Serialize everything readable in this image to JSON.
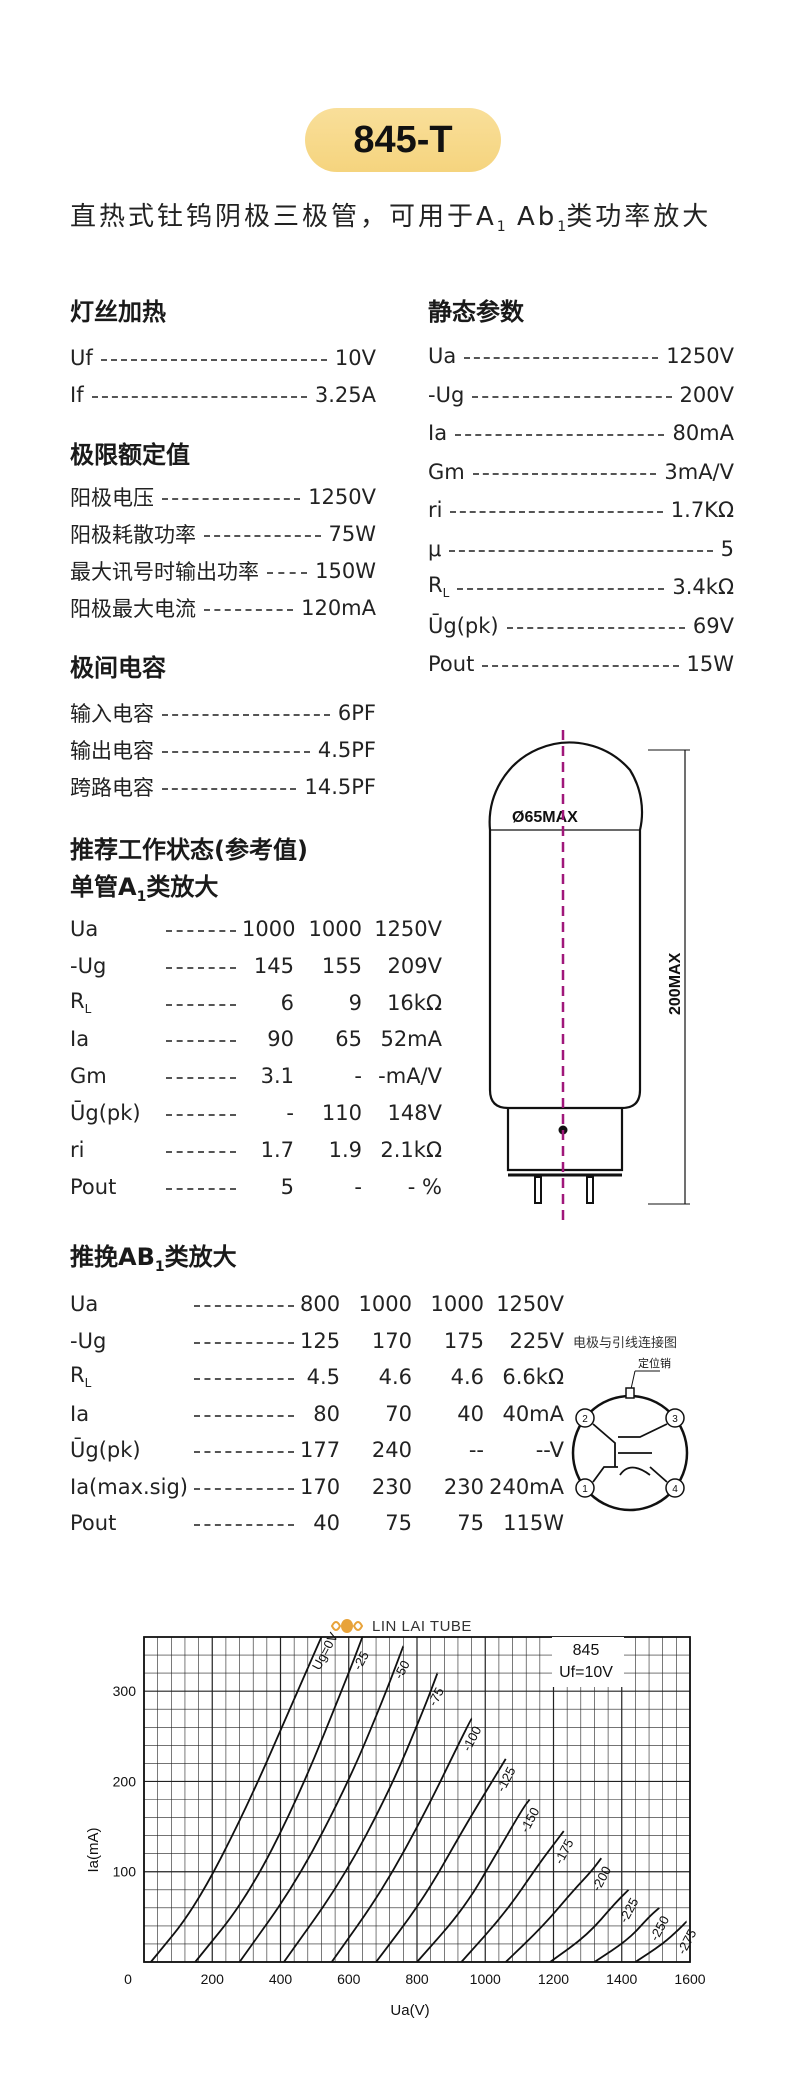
{
  "title": "845-T",
  "subtitle": {
    "text": "直热式钍钨阴极三极管，可用于A",
    "a_sub": "1",
    "mid": " Ab",
    "ab_sub": "1",
    "tail": "类功率放大"
  },
  "filament": {
    "title": "灯丝加热",
    "rows": [
      {
        "label": "Uf",
        "value": "10V"
      },
      {
        "label": "If",
        "value": "3.25A"
      }
    ]
  },
  "limits": {
    "title": "极限额定值",
    "rows": [
      {
        "label": "阳极电压",
        "value": "1250V"
      },
      {
        "label": "阳极耗散功率",
        "value": "75W"
      },
      {
        "label": "最大讯号时输出功率",
        "value": "150W"
      },
      {
        "label": "阳极最大电流",
        "value": "120mA"
      }
    ]
  },
  "capacitance": {
    "title": "极间电容",
    "rows": [
      {
        "label": "输入电容",
        "value": "6PF"
      },
      {
        "label": "输出电容",
        "value": "4.5PF"
      },
      {
        "label": "跨路电容",
        "value": "14.5PF"
      }
    ]
  },
  "static": {
    "title": "静态参数",
    "rows": [
      {
        "label": "Ua",
        "sub": "",
        "value": "1250V"
      },
      {
        "label": "-Ug",
        "sub": "",
        "value": "200V"
      },
      {
        "label": "Ia",
        "sub": "",
        "value": "80mA"
      },
      {
        "label": "Gm",
        "sub": "",
        "value": "3mA/V"
      },
      {
        "label": "ri",
        "sub": "",
        "value": "1.7KΩ"
      },
      {
        "label": "μ",
        "sub": "",
        "value": "5"
      },
      {
        "label": "R",
        "sub": "L",
        "value": "3.4kΩ"
      },
      {
        "label": "Ūg(pk)",
        "sub": "",
        "value": "69V"
      },
      {
        "label": "Pout",
        "sub": "",
        "value": "15W"
      }
    ]
  },
  "recommended": {
    "title1": "推荐工作状态(参考值)",
    "title2": "单管A",
    "title2_sub": "1",
    "title2_tail": "类放大",
    "rows": [
      {
        "label": "Ua",
        "sub": "",
        "c": [
          "1000",
          "1000",
          "1250V"
        ]
      },
      {
        "label": "-Ug",
        "sub": "",
        "c": [
          "145",
          "155",
          "209V"
        ]
      },
      {
        "label": "R",
        "sub": "L",
        "c": [
          "6",
          "9",
          "16kΩ"
        ]
      },
      {
        "label": "Ia",
        "sub": "",
        "c": [
          "90",
          "65",
          "52mA"
        ]
      },
      {
        "label": "Gm",
        "sub": "",
        "c": [
          "3.1",
          "-",
          "-mA/V"
        ]
      },
      {
        "label": "Ūg(pk)",
        "sub": "",
        "c": [
          "-",
          "110",
          "148V"
        ]
      },
      {
        "label": "ri",
        "sub": "",
        "c": [
          "1.7",
          "1.9",
          "2.1kΩ"
        ]
      },
      {
        "label": "Pout",
        "sub": "",
        "c": [
          "5",
          "-",
          "- %"
        ]
      }
    ]
  },
  "pushpull": {
    "title": "推挽AB",
    "title_sub": "1",
    "title_tail": "类放大",
    "rows": [
      {
        "label": "Ua",
        "sub": "",
        "c": [
          "800",
          "1000",
          "1000",
          "1250V"
        ]
      },
      {
        "label": "-Ug",
        "sub": "",
        "c": [
          "125",
          "170",
          "175",
          "225V"
        ]
      },
      {
        "label": "R",
        "sub": "L",
        "c": [
          "4.5",
          "4.6",
          "4.6",
          "6.6kΩ"
        ]
      },
      {
        "label": "Ia",
        "sub": "",
        "c": [
          "80",
          "70",
          "40",
          "40mA"
        ]
      },
      {
        "label": "Ūg(pk)",
        "sub": "",
        "c": [
          "177",
          "240",
          "--",
          "--V"
        ]
      },
      {
        "label": "Ia(max.sig)",
        "sub": "",
        "c": [
          "170",
          "230",
          "230",
          "240mA"
        ]
      },
      {
        "label": "Pout",
        "sub": "",
        "c": [
          "40",
          "75",
          "75",
          "115W"
        ]
      }
    ]
  },
  "tube_drawing": {
    "diameter_label": "Ø65MAX",
    "height_label": "200MAX"
  },
  "pin_diagram": {
    "title": "电极与引线连接图",
    "key_label": "定位销",
    "pins": [
      "1",
      "2",
      "3",
      "4"
    ]
  },
  "brand": {
    "name": "LIN LAI TUBE"
  },
  "colors": {
    "accent": "#f6d47f",
    "center_line": "#a0177a",
    "brand": "#e8a33a"
  },
  "chart_data": {
    "type": "line",
    "title": "845",
    "subtitle": "Uf=10V",
    "xlabel": "Ua(V)",
    "ylabel": "Ia(mA)",
    "xlim": [
      0,
      1600
    ],
    "ylim": [
      0,
      360
    ],
    "xticks": [
      "0",
      "200",
      "400",
      "600",
      "800",
      "1000",
      "1200",
      "1400",
      "1600"
    ],
    "yticks": [
      "100",
      "200",
      "300"
    ],
    "grid": true,
    "series": [
      {
        "name": "Ug=0V",
        "x": [
          20,
          150,
          300,
          450,
          520
        ],
        "y": [
          0,
          60,
          170,
          300,
          360
        ]
      },
      {
        "name": "-25",
        "x": [
          150,
          300,
          450,
          600,
          640
        ],
        "y": [
          0,
          70,
          180,
          320,
          360
        ]
      },
      {
        "name": "-50",
        "x": [
          280,
          450,
          600,
          700,
          760
        ],
        "y": [
          0,
          90,
          200,
          290,
          350
        ]
      },
      {
        "name": "-75",
        "x": [
          410,
          580,
          720,
          820,
          860
        ],
        "y": [
          0,
          90,
          190,
          280,
          320
        ]
      },
      {
        "name": "-100",
        "x": [
          550,
          700,
          830,
          920,
          960
        ],
        "y": [
          0,
          80,
          170,
          240,
          270
        ]
      },
      {
        "name": "-125",
        "x": [
          680,
          820,
          940,
          1020,
          1060
        ],
        "y": [
          0,
          70,
          150,
          200,
          225
        ]
      },
      {
        "name": "-150",
        "x": [
          800,
          940,
          1040,
          1110,
          1130
        ],
        "y": [
          0,
          60,
          125,
          170,
          180
        ]
      },
      {
        "name": "-175",
        "x": [
          930,
          1060,
          1160,
          1200,
          1230
        ],
        "y": [
          0,
          55,
          110,
          130,
          145
        ]
      },
      {
        "name": "-200",
        "x": [
          1060,
          1170,
          1260,
          1310,
          1340
        ],
        "y": [
          0,
          40,
          80,
          100,
          115
        ]
      },
      {
        "name": "-225",
        "x": [
          1190,
          1300,
          1380,
          1420
        ],
        "y": [
          0,
          30,
          65,
          80
        ]
      },
      {
        "name": "-250",
        "x": [
          1320,
          1420,
          1480,
          1510
        ],
        "y": [
          0,
          25,
          50,
          60
        ]
      },
      {
        "name": "-275",
        "x": [
          1440,
          1520,
          1570,
          1590
        ],
        "y": [
          0,
          20,
          37,
          45
        ]
      }
    ]
  }
}
